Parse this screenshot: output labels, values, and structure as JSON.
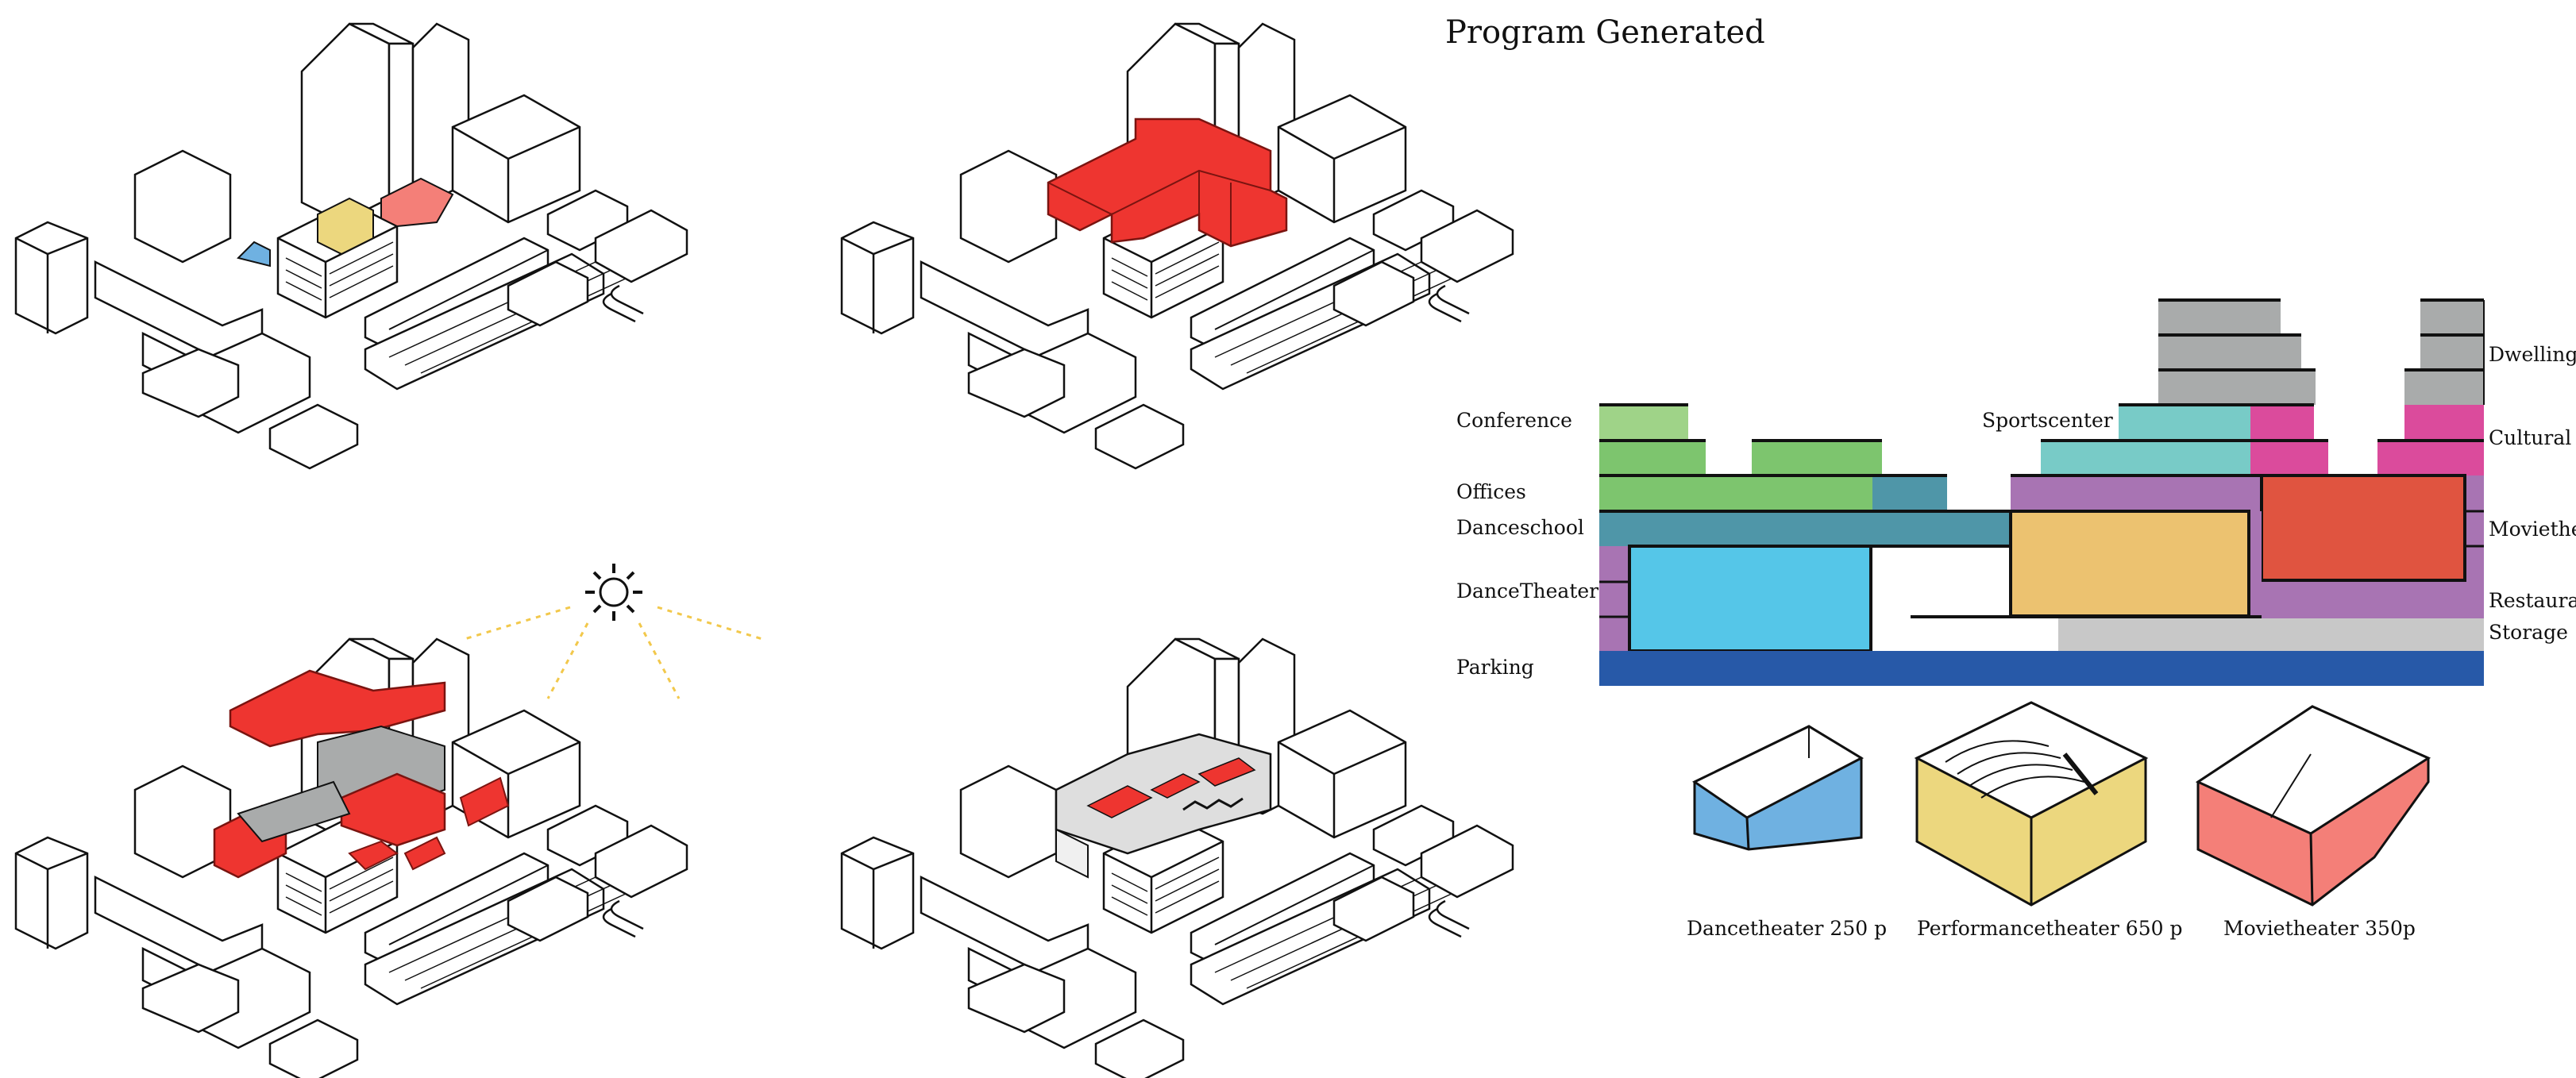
{
  "title": "Program Generated",
  "program_labels": {
    "left": {
      "conference": "Conference",
      "offices": "Offices",
      "danceschool": "Danceschool",
      "dancetheater": "DanceTheater",
      "parking": "Parking"
    },
    "middle": {
      "sportscenter": "Sportscenter"
    },
    "right": {
      "dwelling": "Dwelling",
      "cultural": "Cultural c",
      "movietheater": "Moviethe",
      "restaurant": "Restaura",
      "storage": "Storage"
    }
  },
  "theaters": [
    {
      "caption": "Dancetheater 250 p",
      "color": "#6fb1e1"
    },
    {
      "caption": "Performancetheater 650 p",
      "color": "#ecd77e"
    },
    {
      "caption": "Movietheater 350p",
      "color": "#f47f78"
    }
  ],
  "colors": {
    "massing_red": "#ee3530",
    "dwelling_gray": "#a9abab",
    "cultural_pink": "#db4b9c",
    "sports_teal": "#78cbc7",
    "conference_green": "#9fd388",
    "offices_green": "#7dc56e",
    "danceschool_teal": "#4f96a8",
    "restaurant_purple": "#a874b3",
    "movie_red": "#e05440",
    "performance_orange": "#ecc270",
    "dancetheater_blue": "#55c6e8",
    "storage_gray": "#c8c8c8",
    "parking_blue": "#2759a8",
    "sun_yellow": "#f2c84b"
  }
}
